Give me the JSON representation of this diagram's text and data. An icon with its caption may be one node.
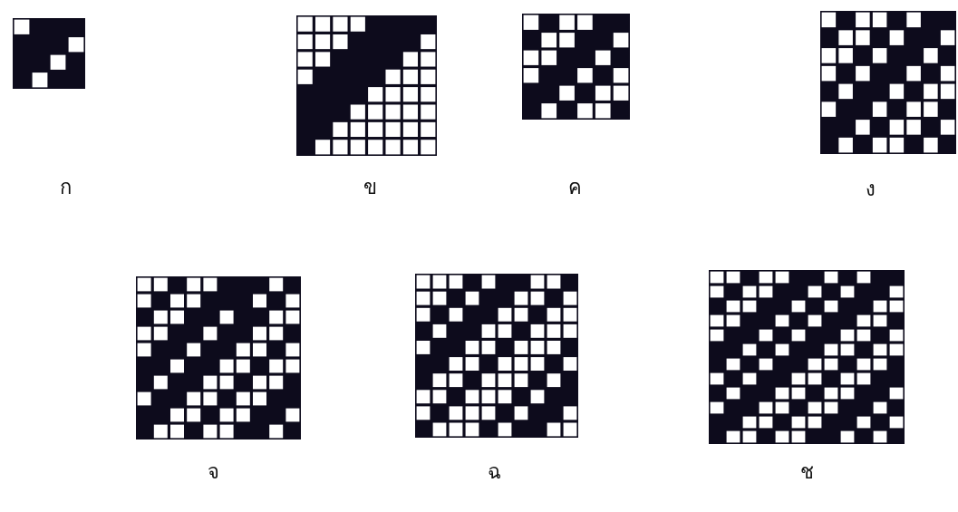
{
  "diagram": {
    "labels": [
      "ก",
      "ข",
      "ค",
      "ง",
      "จ",
      "ฉ",
      "ช"
    ]
  }
}
